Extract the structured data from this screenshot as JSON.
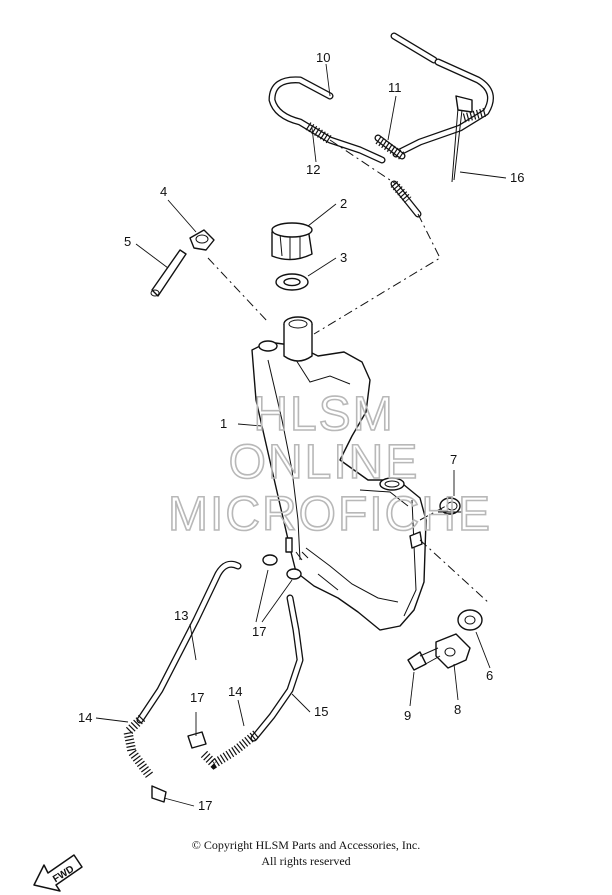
{
  "watermark": {
    "line1": "HLSM",
    "line2": "ONLINE",
    "line3": "MICROFICHE"
  },
  "callouts": [
    {
      "id": "1",
      "label": "1"
    },
    {
      "id": "2",
      "label": "2"
    },
    {
      "id": "3",
      "label": "3"
    },
    {
      "id": "4",
      "label": "4"
    },
    {
      "id": "5",
      "label": "5"
    },
    {
      "id": "6",
      "label": "6"
    },
    {
      "id": "7",
      "label": "7"
    },
    {
      "id": "8",
      "label": "8"
    },
    {
      "id": "9",
      "label": "9"
    },
    {
      "id": "10",
      "label": "10"
    },
    {
      "id": "11",
      "label": "11"
    },
    {
      "id": "12",
      "label": "12"
    },
    {
      "id": "13",
      "label": "13"
    },
    {
      "id": "14a",
      "label": "14"
    },
    {
      "id": "14b",
      "label": "14"
    },
    {
      "id": "15",
      "label": "15"
    },
    {
      "id": "16",
      "label": "16"
    },
    {
      "id": "17a",
      "label": "17"
    },
    {
      "id": "17b",
      "label": "17"
    },
    {
      "id": "17c",
      "label": "17"
    }
  ],
  "fwd_label": "FWD",
  "footer": {
    "copyright": "© Copyright HLSM Parts and Accessories, Inc.",
    "rights": "All rights reserved"
  }
}
